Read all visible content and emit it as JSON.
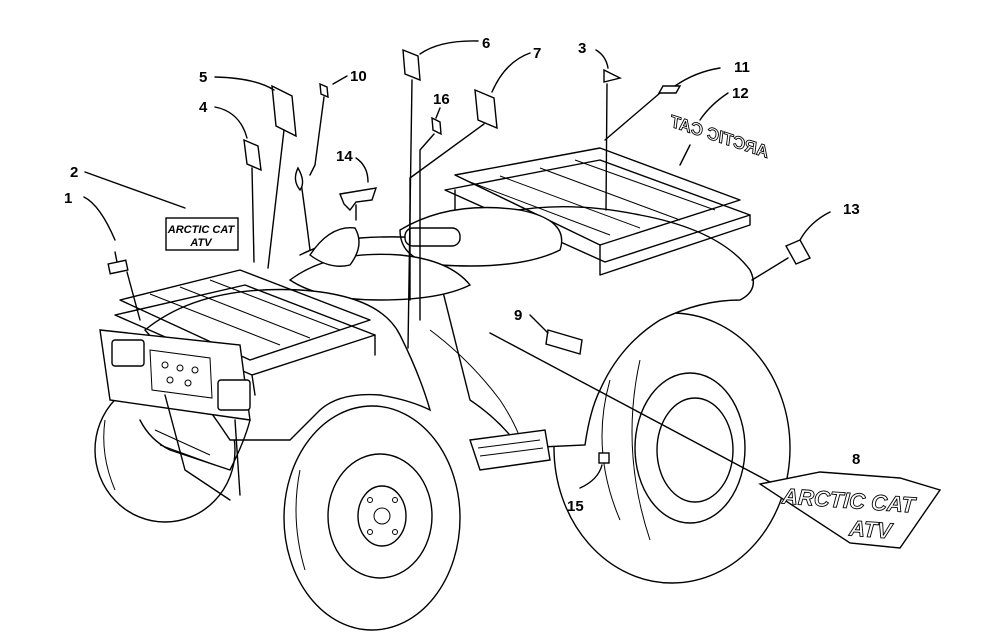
{
  "callouts": [
    {
      "id": "1",
      "label": "1"
    },
    {
      "id": "2",
      "label": "2"
    },
    {
      "id": "3",
      "label": "3"
    },
    {
      "id": "4",
      "label": "4"
    },
    {
      "id": "5",
      "label": "5"
    },
    {
      "id": "6",
      "label": "6"
    },
    {
      "id": "7",
      "label": "7"
    },
    {
      "id": "8",
      "label": "8"
    },
    {
      "id": "9",
      "label": "9"
    },
    {
      "id": "10",
      "label": "10"
    },
    {
      "id": "11",
      "label": "11"
    },
    {
      "id": "12",
      "label": "12"
    },
    {
      "id": "13",
      "label": "13"
    },
    {
      "id": "14",
      "label": "14"
    },
    {
      "id": "15",
      "label": "15"
    },
    {
      "id": "16",
      "label": "16"
    }
  ],
  "decals": {
    "front_line1": "ARCTIC CAT",
    "front_line2": "ATV",
    "side_line1": "ARCTIC CAT",
    "side_line2": "ATV",
    "rear_text": "ARCTIC CAT"
  }
}
